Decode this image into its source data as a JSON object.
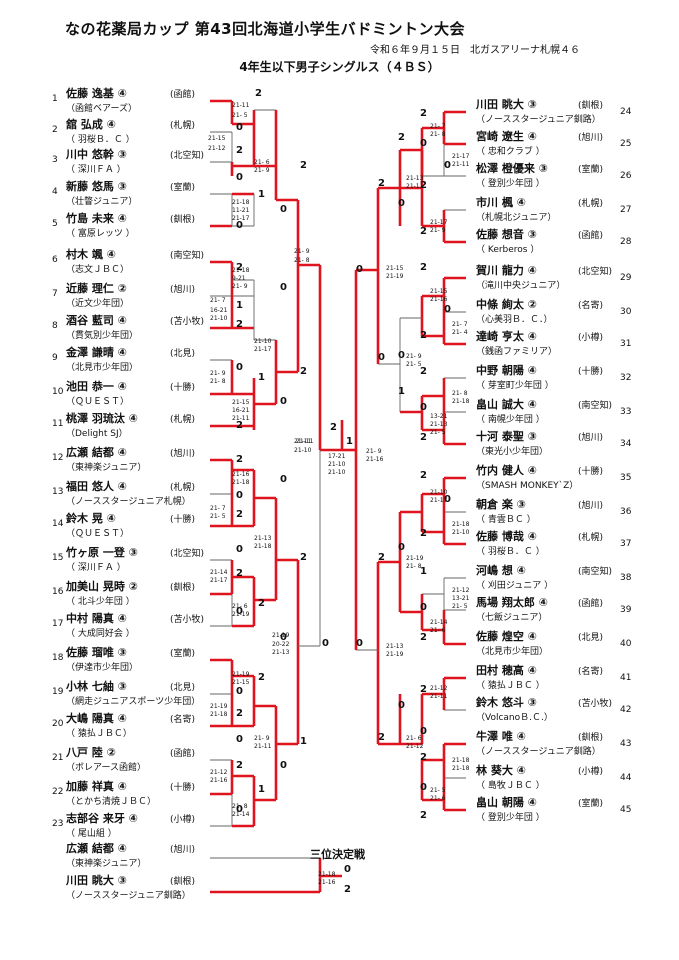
{
  "header": {
    "title": "なの花薬局カップ 第43回北海道小学生バドミントン大会",
    "subtitle": "令和６年９月１５日　北ガスアリーナ札幌４６",
    "event": "4年生以下男子シングルス（４ＢＳ）"
  },
  "left_players": [
    {
      "seed": "1",
      "name": "佐藤 逸基 ④",
      "region": "(函館)",
      "team": "（函館ベアーズ）"
    },
    {
      "seed": "2",
      "name": "舘 弘成 ④",
      "region": "(札幌)",
      "team": "（ 羽桜Ｂ．Ｃ ）"
    },
    {
      "seed": "3",
      "name": "川中 悠幹 ③",
      "region": "(北空知)",
      "team": "（ 深川ＦＡ ）"
    },
    {
      "seed": "4",
      "name": "新藤 悠馬 ③",
      "region": "(室蘭)",
      "team": "（壮瞥ジュニア）"
    },
    {
      "seed": "5",
      "name": "竹島 未来 ④",
      "region": "(釧根)",
      "team": "（ 富原レッツ ）"
    },
    {
      "seed": "6",
      "name": "村木 颯 ④",
      "region": "(南空知)",
      "team": "（志文ＪＢＣ）"
    },
    {
      "seed": "7",
      "name": "近藤 理仁 ②",
      "region": "(旭川)",
      "team": "（近文少年団）"
    },
    {
      "seed": "8",
      "name": "酒谷 藍司 ④",
      "region": "(苫小牧)",
      "team": "（貫気別少年団）"
    },
    {
      "seed": "9",
      "name": "金澤 謙晴 ④",
      "region": "(北見)",
      "team": "（北見市少年団）"
    },
    {
      "seed": "10",
      "name": "池田 恭一 ④",
      "region": "(十勝)",
      "team": "（ＱＵＥＳＴ）"
    },
    {
      "seed": "11",
      "name": "桃澤 羽琉汰 ④",
      "region": "(札幌)",
      "team": "（Delight SJ）"
    },
    {
      "seed": "12",
      "name": "広瀬 結都 ④",
      "region": "(旭川)",
      "team": "（東神楽ジュニア）"
    },
    {
      "seed": "13",
      "name": "福田 悠人 ④",
      "region": "(札幌)",
      "team": "（ノーススタージュニア札幌）"
    },
    {
      "seed": "14",
      "name": "鈴木 晃 ④",
      "region": "(十勝)",
      "team": "（ＱＵＥＳＴ）"
    },
    {
      "seed": "15",
      "name": "竹ヶ原 一登 ③",
      "region": "(北空知)",
      "team": "（ 深川ＦＡ ）"
    },
    {
      "seed": "16",
      "name": "加美山 晃時 ②",
      "region": "(釧根)",
      "team": "（ 北斗少年団 ）"
    },
    {
      "seed": "17",
      "name": "中村 陽真 ④",
      "region": "(苫小牧)",
      "team": "（ 大成同好会 ）"
    },
    {
      "seed": "18",
      "name": "佐藤 瑠唯 ③",
      "region": "(室蘭)",
      "team": "（伊達市少年団）"
    },
    {
      "seed": "19",
      "name": "小林 七紬 ③",
      "region": "(北見)",
      "team": "（網走ジュニアスポーツ少年団）"
    },
    {
      "seed": "20",
      "name": "大嶋 陽真 ④",
      "region": "(名寄)",
      "team": "（ 猿払ＪＢＣ）"
    },
    {
      "seed": "21",
      "name": "八戸 陸 ②",
      "region": "(函館)",
      "team": "（ボレアース函館）"
    },
    {
      "seed": "22",
      "name": "加藤 祥真 ④",
      "region": "(十勝)",
      "team": "（とかち清焼ＪＢＣ）"
    },
    {
      "seed": "23",
      "name": "志部谷 来牙 ④",
      "region": "(小樽)",
      "team": "（ 尾山組 ）"
    }
  ],
  "right_players": [
    {
      "seed": "24",
      "name": "川田 眺大 ③",
      "region": "(釧根)",
      "team": "（ノーススタージュニア釧路）"
    },
    {
      "seed": "25",
      "name": "宮崎 遼生 ④",
      "region": "(旭川)",
      "team": "（ 忠和クラブ ）"
    },
    {
      "seed": "26",
      "name": "松澤 橙優来 ③",
      "region": "(室蘭)",
      "team": "（ 登別少年団 ）"
    },
    {
      "seed": "27",
      "name": "市川 楓 ④",
      "region": "(札幌)",
      "team": "（札幌北ジュニア）"
    },
    {
      "seed": "28",
      "name": "佐藤 想音 ③",
      "region": "(函館)",
      "team": "（ Kerberos ）"
    },
    {
      "seed": "29",
      "name": "賀川 龍力 ④",
      "region": "(北空知)",
      "team": "（滝川中央ジュニア）"
    },
    {
      "seed": "30",
      "name": "中條 絢太 ②",
      "region": "(名寄)",
      "team": "（心美羽Ｂ．Ｃ．）"
    },
    {
      "seed": "31",
      "name": "達崎 亨太 ④",
      "region": "(小樽)",
      "team": "（銭函ファミリア）"
    },
    {
      "seed": "32",
      "name": "中野 朝陽 ④",
      "region": "(十勝)",
      "team": "（ 芽室町少年団 ）"
    },
    {
      "seed": "33",
      "name": "畠山 誠大 ④",
      "region": "(南空知)",
      "team": "（ 南幌少年団 ）"
    },
    {
      "seed": "34",
      "name": "十河 泰聖 ③",
      "region": "(旭川)",
      "team": "（東光小少年団）"
    },
    {
      "seed": "35",
      "name": "竹内 健人 ④",
      "region": "(十勝)",
      "team": "（SMASH MONKEY`Z）"
    },
    {
      "seed": "36",
      "name": "朝倉 楽 ③",
      "region": "(旭川)",
      "team": "（ 青雲ＢＣ ）"
    },
    {
      "seed": "37",
      "name": "佐藤 博哉 ④",
      "region": "(札幌)",
      "team": "（ 羽桜Ｂ．Ｃ ）"
    },
    {
      "seed": "38",
      "name": "河嶋 想 ④",
      "region": "(南空知)",
      "team": "（ 刈田ジュニア ）"
    },
    {
      "seed": "39",
      "name": "馬場 翔太郎 ④",
      "region": "(函館)",
      "team": "（七飯ジュニア）"
    },
    {
      "seed": "40",
      "name": "佐藤 煌空 ④",
      "region": "(北見)",
      "team": "（北見市少年団）"
    },
    {
      "seed": "41",
      "name": "田村 穂高 ④",
      "region": "(名寄)",
      "team": "（ 猿払ＪＢＣ ）"
    },
    {
      "seed": "42",
      "name": "鈴木 悠斗 ③",
      "region": "(苫小牧)",
      "team": "（VolcanoＢ.Ｃ.）"
    },
    {
      "seed": "43",
      "name": "牛澤 唯 ④",
      "region": "(釧根)",
      "team": "（ノーススタージュニア釧路）"
    },
    {
      "seed": "44",
      "name": "林 葵大 ④",
      "region": "(小樽)",
      "team": "（ 島牧ＪＢＣ ）"
    },
    {
      "seed": "45",
      "name": "畠山 朝陽 ④",
      "region": "(室蘭)",
      "team": "（ 登別少年団 ）"
    }
  ],
  "third_place": {
    "label": "三位決定戦",
    "players": [
      {
        "name": "広瀬 結都 ④",
        "region": "(旭川)",
        "team": "（東神楽ジュニア）"
      },
      {
        "name": "川田 眺大 ③",
        "region": "(釧根)",
        "team": "（ノーススタージュニア釧路）"
      }
    ],
    "scores": [
      "21-18",
      "21-16"
    ],
    "results": [
      "0",
      "2"
    ]
  },
  "left_marks": [
    [
      "2",
      255,
      96
    ],
    [
      "0",
      236,
      130
    ],
    [
      "2",
      236,
      153
    ],
    [
      "0",
      236,
      180
    ],
    [
      "1",
      258,
      197
    ],
    [
      "0",
      236,
      228
    ],
    [
      "2",
      300,
      168
    ],
    [
      "0",
      280,
      212
    ],
    [
      "2",
      236,
      270
    ],
    [
      "0",
      280,
      290
    ],
    [
      "1",
      236,
      308
    ],
    [
      "2",
      236,
      327
    ],
    [
      "0",
      236,
      370
    ],
    [
      "1",
      258,
      380
    ],
    [
      "2",
      236,
      428
    ],
    [
      "2",
      300,
      374
    ],
    [
      "0",
      280,
      404
    ],
    [
      "2",
      236,
      462
    ],
    [
      "0",
      236,
      498
    ],
    [
      "2",
      236,
      517
    ],
    [
      "0",
      280,
      482
    ],
    [
      "0",
      236,
      552
    ],
    [
      "2",
      236,
      576
    ],
    [
      "0",
      236,
      614
    ],
    [
      "2",
      258,
      606
    ],
    [
      "2",
      300,
      560
    ],
    [
      "0",
      280,
      640
    ],
    [
      "2",
      258,
      680
    ],
    [
      "0",
      236,
      694
    ],
    [
      "2",
      236,
      716
    ],
    [
      "0",
      236,
      742
    ],
    [
      "2",
      236,
      768
    ],
    [
      "0",
      236,
      812
    ],
    [
      "1",
      258,
      792
    ],
    [
      "1",
      300,
      744
    ],
    [
      "0",
      280,
      768
    ],
    [
      "2",
      330,
      430
    ],
    [
      "0",
      322,
      646
    ],
    [
      "1",
      346,
      444
    ]
  ],
  "right_marks": [
    [
      "2",
      420,
      116
    ],
    [
      "0",
      420,
      146
    ],
    [
      "2",
      398,
      140
    ],
    [
      "0",
      444,
      168
    ],
    [
      "2",
      420,
      188
    ],
    [
      "0",
      398,
      206
    ],
    [
      "2",
      420,
      234
    ],
    [
      "2",
      378,
      186
    ],
    [
      "0",
      356,
      272
    ],
    [
      "2",
      420,
      270
    ],
    [
      "0",
      444,
      312
    ],
    [
      "2",
      420,
      338
    ],
    [
      "0",
      398,
      358
    ],
    [
      "2",
      420,
      374
    ],
    [
      "1",
      398,
      394
    ],
    [
      "0",
      420,
      410
    ],
    [
      "2",
      420,
      440
    ],
    [
      "0",
      378,
      360
    ],
    [
      "2",
      420,
      478
    ],
    [
      "0",
      444,
      502
    ],
    [
      "2",
      420,
      536
    ],
    [
      "0",
      398,
      550
    ],
    [
      "1",
      420,
      574
    ],
    [
      "0",
      420,
      610
    ],
    [
      "2",
      420,
      640
    ],
    [
      "2",
      378,
      560
    ],
    [
      "0",
      356,
      646
    ],
    [
      "2",
      420,
      692
    ],
    [
      "0",
      398,
      708
    ],
    [
      "0",
      420,
      734
    ],
    [
      "2",
      420,
      760
    ],
    [
      "0",
      420,
      790
    ],
    [
      "2",
      420,
      818
    ],
    [
      "2",
      378,
      740
    ]
  ],
  "left_scores": [
    [
      232,
      107,
      "21-11"
    ],
    [
      232,
      117,
      "21- 5"
    ],
    [
      208,
      140,
      "21-15"
    ],
    [
      208,
      150,
      "21-12"
    ],
    [
      254,
      164,
      "21- 6"
    ],
    [
      254,
      172,
      "21- 9"
    ],
    [
      232,
      204,
      "21-18"
    ],
    [
      232,
      212,
      "11-21"
    ],
    [
      232,
      220,
      "21-17"
    ],
    [
      294,
      253,
      "21- 9"
    ],
    [
      294,
      262,
      "21- 8"
    ],
    [
      232,
      272,
      "21-18"
    ],
    [
      232,
      280,
      "9-21"
    ],
    [
      232,
      288,
      "21- 9"
    ],
    [
      210,
      302,
      "21- 7"
    ],
    [
      210,
      312,
      "16-21"
    ],
    [
      210,
      320,
      "21-10"
    ],
    [
      254,
      343,
      "21-10"
    ],
    [
      254,
      351,
      "21-17"
    ],
    [
      210,
      375,
      "21- 9"
    ],
    [
      210,
      383,
      "21- 8"
    ],
    [
      232,
      404,
      "21-15"
    ],
    [
      232,
      412,
      "16-21"
    ],
    [
      232,
      420,
      "21-11"
    ],
    [
      294,
      443,
      "21-11"
    ],
    [
      294,
      452,
      "21-10"
    ],
    [
      232,
      476,
      "21-16"
    ],
    [
      232,
      484,
      "21-18"
    ],
    [
      210,
      510,
      "21- 7"
    ],
    [
      210,
      518,
      "21- 5"
    ],
    [
      254,
      540,
      "21-13"
    ],
    [
      254,
      548,
      "21-18"
    ],
    [
      210,
      574,
      "21-14"
    ],
    [
      210,
      582,
      "21-17"
    ],
    [
      232,
      608,
      "21- 6"
    ],
    [
      232,
      616,
      "21-19"
    ],
    [
      272,
      637,
      "21-19"
    ],
    [
      272,
      646,
      "20-22"
    ],
    [
      272,
      654,
      "21-13"
    ],
    [
      232,
      676,
      "21-19"
    ],
    [
      232,
      684,
      "21-15"
    ],
    [
      210,
      708,
      "21-19"
    ],
    [
      210,
      716,
      "21-18"
    ],
    [
      254,
      740,
      "21- 9"
    ],
    [
      254,
      748,
      "21-11"
    ],
    [
      210,
      774,
      "21-12"
    ],
    [
      210,
      782,
      "21-16"
    ],
    [
      232,
      808,
      "21- 8"
    ],
    [
      232,
      816,
      "21-14"
    ],
    [
      296,
      443,
      "21-11"
    ]
  ],
  "right_scores": [
    [
      430,
      128,
      "21- 7"
    ],
    [
      430,
      136,
      "21- 8"
    ],
    [
      452,
      158,
      "21-17"
    ],
    [
      452,
      166,
      "21-11"
    ],
    [
      406,
      180,
      "21-13"
    ],
    [
      406,
      188,
      "21-11"
    ],
    [
      430,
      224,
      "21-17"
    ],
    [
      430,
      232,
      "21- 9"
    ],
    [
      386,
      270,
      "21-15"
    ],
    [
      386,
      278,
      "21-19"
    ],
    [
      430,
      293,
      "21-15"
    ],
    [
      430,
      301,
      "21-16"
    ],
    [
      452,
      326,
      "21- 7"
    ],
    [
      452,
      334,
      "21- 4"
    ],
    [
      406,
      358,
      "21- 9"
    ],
    [
      406,
      366,
      "21- 5"
    ],
    [
      452,
      395,
      "21- 8"
    ],
    [
      452,
      403,
      "21-18"
    ],
    [
      430,
      418,
      "13-21"
    ],
    [
      430,
      426,
      "21-13"
    ],
    [
      430,
      434,
      "21- 5"
    ],
    [
      366,
      453,
      "21- 9"
    ],
    [
      366,
      461,
      "21-16"
    ],
    [
      328,
      458,
      "17-21"
    ],
    [
      328,
      466,
      "21-10"
    ],
    [
      328,
      474,
      "21-10"
    ],
    [
      430,
      494,
      "21-10"
    ],
    [
      430,
      502,
      "21-17"
    ],
    [
      452,
      526,
      "21-18"
    ],
    [
      452,
      534,
      "21-10"
    ],
    [
      406,
      560,
      "21-19"
    ],
    [
      406,
      568,
      "21- 8"
    ],
    [
      452,
      592,
      "21-12"
    ],
    [
      452,
      600,
      "13-21"
    ],
    [
      452,
      608,
      "21- 5"
    ],
    [
      430,
      624,
      "21-14"
    ],
    [
      430,
      632,
      "21- 6"
    ],
    [
      386,
      648,
      "21-13"
    ],
    [
      386,
      656,
      "21-19"
    ],
    [
      430,
      690,
      "21-12"
    ],
    [
      430,
      698,
      "21-11"
    ],
    [
      406,
      740,
      "21- 6"
    ],
    [
      406,
      748,
      "21-12"
    ],
    [
      452,
      762,
      "21-18"
    ],
    [
      452,
      770,
      "21-18"
    ],
    [
      430,
      792,
      "21- 5"
    ],
    [
      430,
      800,
      "21- 6"
    ]
  ]
}
